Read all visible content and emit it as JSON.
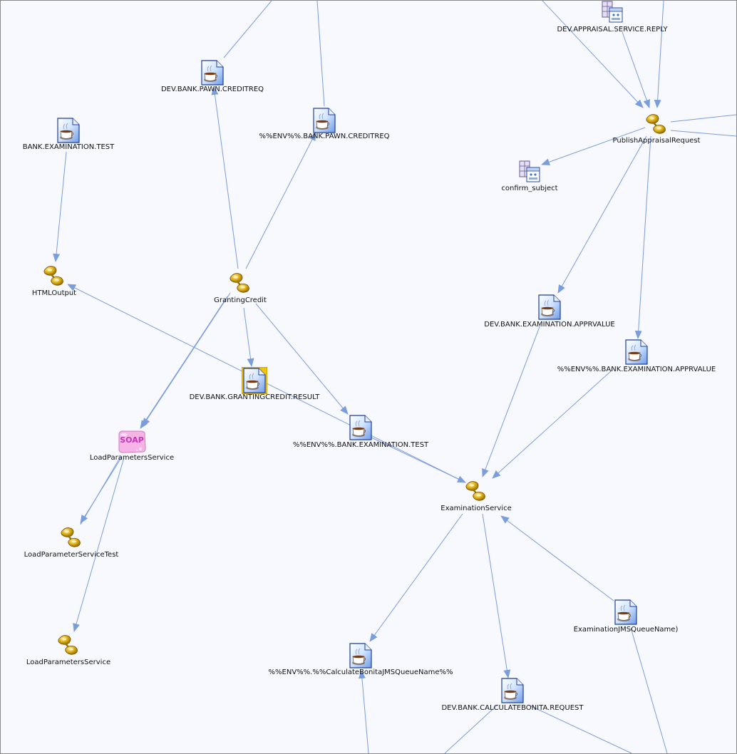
{
  "colors": {
    "edge": "#7a9ddb",
    "background": "#f8f9fe",
    "selected_frame": "#e8b400"
  },
  "nodes": [
    {
      "id": "appraisal_reply",
      "label": "DEV.APPRAISAL.SERVICE.REPLY",
      "kind": "topic",
      "icon": "topic-icon"
    },
    {
      "id": "pawn_creditreq",
      "label": "DEV.BANK.PAWN.CREDITREQ",
      "kind": "queue",
      "icon": "queue-icon"
    },
    {
      "id": "env_pawn_creditreq",
      "label": "%%ENV%%.BANK.PAWN.CREDITREQ",
      "kind": "queue",
      "icon": "queue-icon"
    },
    {
      "id": "bank_exam_test",
      "label": "BANK.EXAMINATION.TEST",
      "kind": "queue",
      "icon": "queue-icon"
    },
    {
      "id": "publish_appraisal",
      "label": "PublishAppraisalRequest",
      "kind": "service",
      "icon": "service-icon"
    },
    {
      "id": "confirm_subject",
      "label": "confirm_subject",
      "kind": "topic",
      "icon": "topic-icon"
    },
    {
      "id": "html_output",
      "label": "HTMLOutput",
      "kind": "service",
      "icon": "service-icon"
    },
    {
      "id": "granting_credit",
      "label": "GrantingCredit",
      "kind": "service",
      "icon": "service-icon"
    },
    {
      "id": "exam_apprvalue",
      "label": "DEV.BANK.EXAMINATION.APPRVALUE",
      "kind": "queue",
      "icon": "queue-icon"
    },
    {
      "id": "env_exam_apprvalue",
      "label": "%%ENV%%.BANK.EXAMINATION.APPRVALUE",
      "kind": "queue",
      "icon": "queue-icon"
    },
    {
      "id": "granting_result",
      "label": "DEV.BANK.GRANTINGCREDIT.RESULT",
      "kind": "queue",
      "icon": "queue-icon",
      "selected": true
    },
    {
      "id": "env_exam_test",
      "label": "%%ENV%%.BANK.EXAMINATION.TEST",
      "kind": "queue",
      "icon": "queue-icon"
    },
    {
      "id": "load_params_soap",
      "label": "LoadParametersService",
      "kind": "soap",
      "icon": "soap-icon",
      "badge": "SOAP"
    },
    {
      "id": "exam_service",
      "label": "ExaminationService",
      "kind": "service",
      "icon": "service-icon"
    },
    {
      "id": "load_param_test",
      "label": "LoadParameterServiceTest",
      "kind": "service",
      "icon": "service-icon"
    },
    {
      "id": "exam_jms_queue",
      "label": "ExaminationJMSQueueName)",
      "kind": "queue",
      "icon": "queue-icon"
    },
    {
      "id": "load_params_service",
      "label": "LoadParametersService",
      "kind": "service",
      "icon": "service-icon"
    },
    {
      "id": "calc_bonita_queue",
      "label": "%%ENV%%.%%CalculateBonitaJMSQueueName%%",
      "kind": "queue",
      "icon": "queue-icon"
    },
    {
      "id": "calc_bonita_request",
      "label": "DEV.BANK.CALCULATEBONITA.REQUEST",
      "kind": "queue",
      "icon": "queue-icon"
    }
  ],
  "edges": [
    {
      "from": "ext_top_a",
      "to": "pawn_creditreq"
    },
    {
      "from": "ext_top_b",
      "to": "env_pawn_creditreq"
    },
    {
      "from": "ext_top_c",
      "to": "publish_appraisal",
      "arrow": true
    },
    {
      "from": "appraisal_reply",
      "to": "publish_appraisal",
      "arrow": true
    },
    {
      "from": "ext_top_d",
      "to": "publish_appraisal",
      "arrow": true
    },
    {
      "from": "ext_right_a",
      "to": "publish_appraisal"
    },
    {
      "from": "ext_right_b",
      "to": "publish_appraisal"
    },
    {
      "from": "publish_appraisal",
      "to": "confirm_subject",
      "arrow": true
    },
    {
      "from": "publish_appraisal",
      "to": "exam_apprvalue",
      "arrow": true
    },
    {
      "from": "publish_appraisal",
      "to": "env_exam_apprvalue",
      "arrow": true
    },
    {
      "from": "bank_exam_test",
      "to": "html_output",
      "arrow": true
    },
    {
      "from": "granting_credit",
      "to": "pawn_creditreq",
      "arrow": true
    },
    {
      "from": "granting_credit",
      "to": "env_pawn_creditreq",
      "arrow": true
    },
    {
      "from": "granting_credit",
      "to": "granting_result",
      "arrow": true
    },
    {
      "from": "granting_credit",
      "to": "env_exam_test",
      "arrow": true
    },
    {
      "from": "granting_credit",
      "to": "load_params_soap",
      "arrow": true
    },
    {
      "from": "granting_credit",
      "to": "load_params_soap_b",
      "arrow": true
    },
    {
      "from": "exam_service",
      "to": "html_output",
      "arrow": true
    },
    {
      "from": "env_exam_test",
      "to": "exam_service",
      "arrow": true
    },
    {
      "from": "exam_apprvalue",
      "to": "exam_service",
      "arrow": true
    },
    {
      "from": "env_exam_apprvalue",
      "to": "exam_service",
      "arrow": true
    },
    {
      "from": "exam_jms_queue",
      "to": "exam_service",
      "arrow": true
    },
    {
      "from": "exam_service",
      "to": "calc_bonita_queue",
      "arrow": true
    },
    {
      "from": "exam_service",
      "to": "calc_bonita_request",
      "arrow": true
    },
    {
      "from": "load_params_soap",
      "to": "load_param_test",
      "arrow": true
    },
    {
      "from": "load_params_soap",
      "to": "load_param_test_b"
    },
    {
      "from": "load_params_soap",
      "to": "load_params_service",
      "arrow": true
    },
    {
      "from": "exam_jms_queue",
      "to": "ext_bottom_a"
    },
    {
      "from": "ext_bottom_b",
      "to": "calc_bonita_queue",
      "arrow": true
    },
    {
      "from": "calc_bonita_request",
      "to": "ext_bottom_c"
    },
    {
      "from": "calc_bonita_request",
      "to": "ext_bottom_d"
    }
  ]
}
